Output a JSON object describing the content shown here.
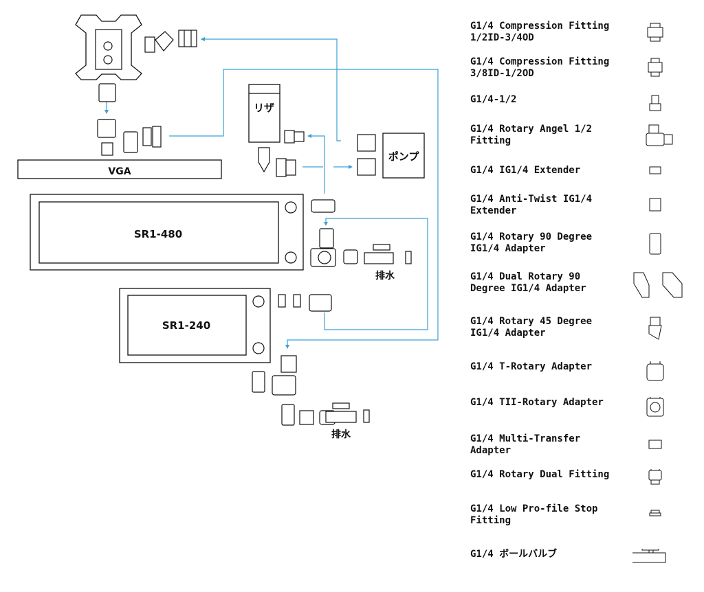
{
  "diagram": {
    "vga_label": "VGA",
    "reservoir_label": "リザ",
    "pump_label": "ポンプ",
    "rad480_label": "SR1-480",
    "rad240_label": "SR1-240",
    "drain_label_1": "排水",
    "drain_label_2": "排水"
  },
  "legend": [
    {
      "label": "G1/4 Compression Fitting\n1/2ID-3/4OD",
      "icon": "compression-fitting-large-icon"
    },
    {
      "label": "G1/4 Compression Fitting\n3/8ID-1/2OD",
      "icon": "compression-fitting-small-icon"
    },
    {
      "label": "G1/4-1/2",
      "icon": "barb-fitting-icon"
    },
    {
      "label": "G1/4 Rotary Angel 1/2\nFitting",
      "icon": "rotary-angle-fitting-icon"
    },
    {
      "label": "G1/4 IG1/4 Extender",
      "icon": "extender-icon"
    },
    {
      "label": "G1/4 Anti-Twist IG1/4\nExtender",
      "icon": "anti-twist-extender-icon"
    },
    {
      "label": "G1/4 Rotary 90 Degree\nIG1/4 Adapter",
      "icon": "rotary-90-adapter-icon"
    },
    {
      "label": "G1/4 Dual Rotary 90\nDegree IG1/4 Adapter",
      "icon": "dual-rotary-90-adapter-icon"
    },
    {
      "label": "G1/4 Rotary 45 Degree\nIG1/4 Adapter",
      "icon": "rotary-45-adapter-icon"
    },
    {
      "label": "G1/4 T-Rotary Adapter",
      "icon": "t-rotary-adapter-icon"
    },
    {
      "label": "G1/4 TII-Rotary Adapter",
      "icon": "tii-rotary-adapter-icon"
    },
    {
      "label": "G1/4 Multi-Transfer\nAdapter",
      "icon": "multi-transfer-adapter-icon"
    },
    {
      "label": "G1/4 Rotary Dual Fitting",
      "icon": "rotary-dual-fitting-icon"
    },
    {
      "label": "G1/4 Low Pro-file Stop\nFitting",
      "icon": "low-profile-stop-fitting-icon"
    },
    {
      "label": "G1/4 ボールバルブ",
      "icon": "ball-valve-icon"
    }
  ]
}
